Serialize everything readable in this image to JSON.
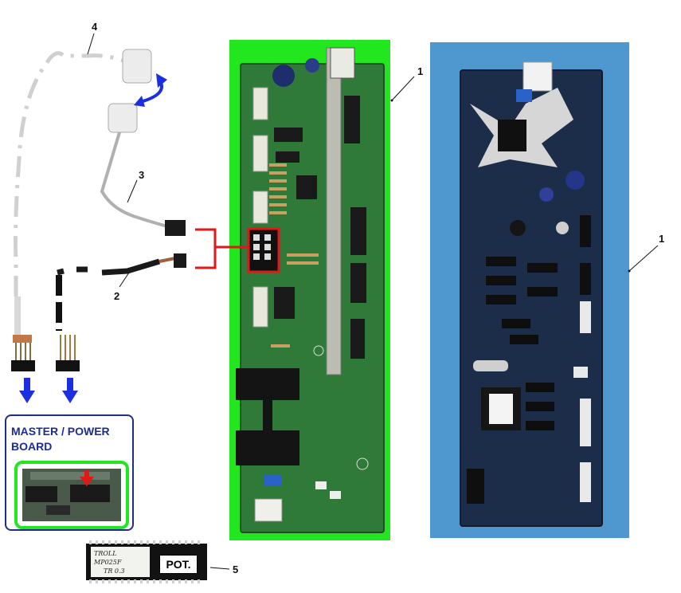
{
  "callouts": {
    "n1_left": "1",
    "n1_right": "1",
    "n2": "2",
    "n3": "3",
    "n4": "4",
    "n5": "5"
  },
  "master_board": {
    "title": "MASTER  /  POWER BOARD"
  },
  "chip": {
    "label": "POT.",
    "brand": "TROLL",
    "part": "MP025F",
    "rev": "TR 0.3"
  },
  "colors": {
    "green_panel": "#22e61e",
    "blue_panel": "#4f97cf",
    "pcb_green": "#2f7a38",
    "pcb_blue": "#1c2d4a",
    "arrow_blue": "#1b2ee0",
    "highlight_red": "#e01818",
    "box_border": "#1e2e8c"
  },
  "icons": {
    "down_arrows": "arrow-down-icon",
    "rotate_arrow": "rotate-arrow-icon",
    "indicator_arrow": "red-arrow-down-icon"
  }
}
